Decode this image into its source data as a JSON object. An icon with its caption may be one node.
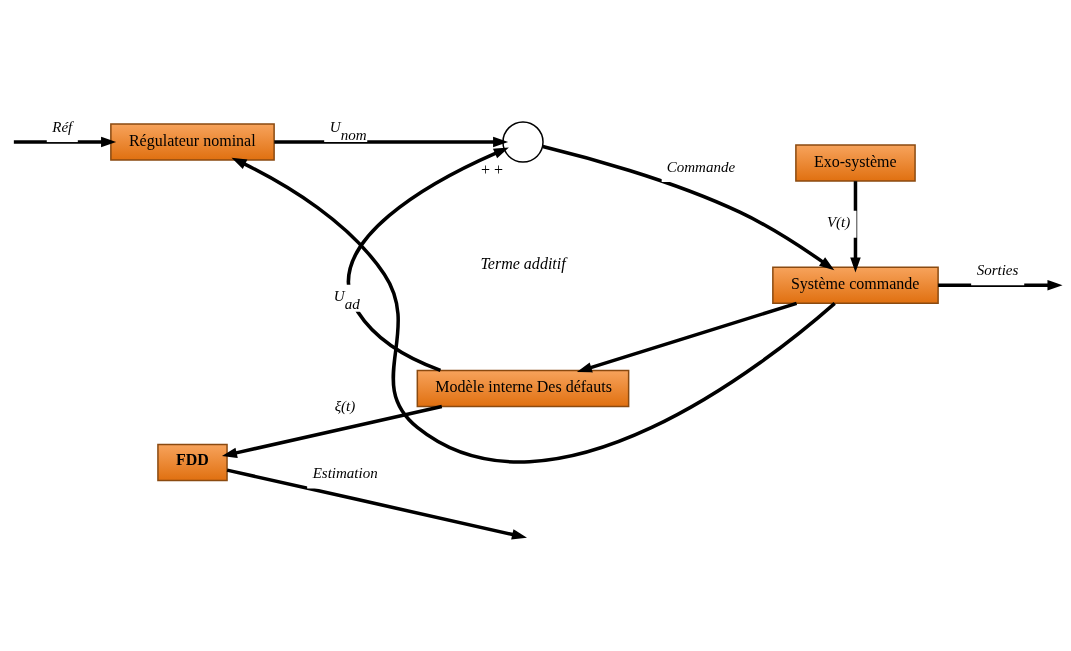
{
  "diagram": {
    "nodes": [
      {
        "text": [
          "Exo-système"
        ]
      },
      {
        "text": [
          "Régulateur nominal"
        ]
      },
      {
        "text": [],
        "shape": "circle",
        "beside": [
          "+",
          "+"
        ]
      },
      {
        "text": [
          "Système commande"
        ]
      },
      {
        "text": [
          "Modèle interne Des défauts"
        ]
      },
      {
        "text": [
          "FDD"
        ]
      }
    ],
    "edges": [
      {
        "from": null,
        "to": 1,
        "arrow": "to",
        "label": "Réf"
      },
      {
        "from": 1,
        "to": 2,
        "arrow": "to",
        "label": "U$_{nom}$"
      },
      {
        "from": 2,
        "to": 3,
        "arrow": "to",
        "label": "Commande"
      },
      {
        "from": 0,
        "to": 3,
        "arrow": "to",
        "label": "V(t)"
      },
      {
        "from": 3,
        "to": null,
        "arrow": "to",
        "label": "Sorties"
      },
      {
        "from": 3,
        "to": 1,
        "arrow": "to"
      },
      {
        "from": 3,
        "to": 4,
        "arrow": "to"
      },
      {
        "from": 4,
        "to": 2,
        "arrow": "to",
        "label": "U$_{ad}$"
      },
      {
        "from": 4,
        "to": 5,
        "arrow": "to",
        "label": "ξ(t)"
      },
      {
        "from": 5,
        "to": null,
        "arrow": "to",
        "label": "Estimation"
      }
    ],
    "labels": [
      "Terme additif"
    ]
  }
}
